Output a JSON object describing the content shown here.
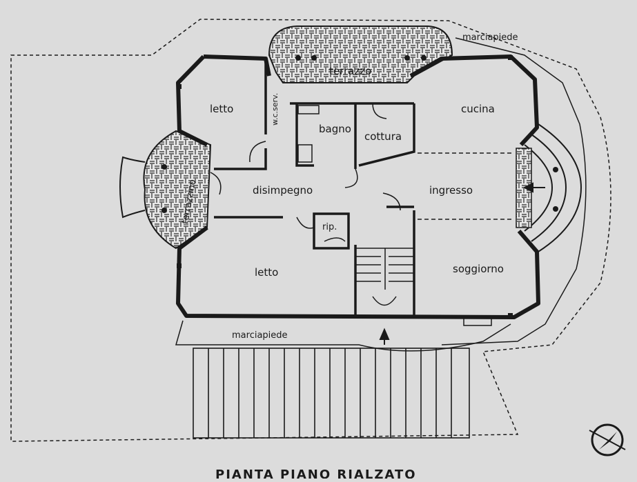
{
  "plan": {
    "title": "PIANTA PIANO RIALZATO",
    "rooms": {
      "letto_top": "letto",
      "wc_serv": "w.c.serv.",
      "terrazzo": "terrazzo",
      "cucina": "cucina",
      "bagno": "bagno",
      "cottura": "cottura",
      "terrazzino": "terrazzino",
      "disimpegno": "disimpegno",
      "ingresso": "ingresso",
      "rip": "rip.",
      "letto_bottom": "letto",
      "soggiorno": "soggiorno"
    },
    "labels": {
      "marciapiede_top": "marciapiede",
      "marciapiede_bottom": "marciapiede"
    },
    "colors": {
      "paper": "#dcdcdc",
      "ink": "#1a1a1a",
      "hatch": "#2a2a2a"
    },
    "icons": {
      "north_arrow": "compass-north-icon",
      "entrance_arrow": "entrance-arrow-icon"
    }
  }
}
